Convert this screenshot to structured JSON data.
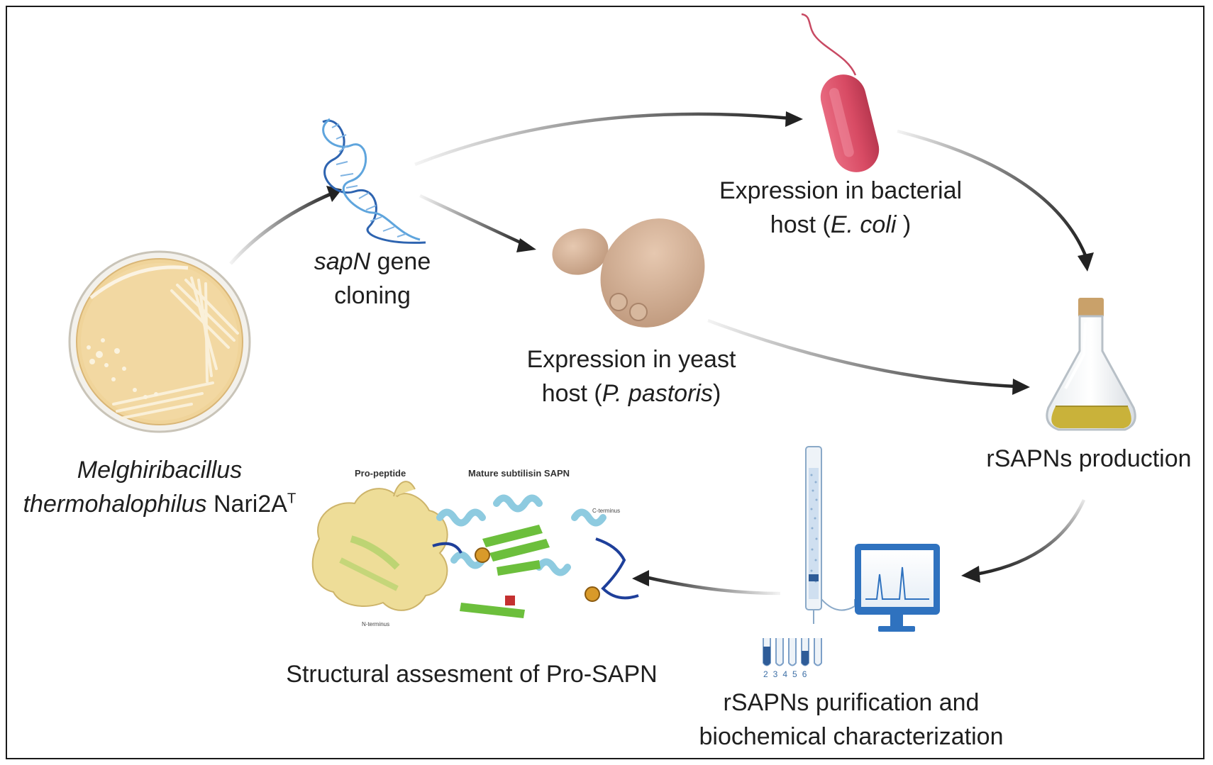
{
  "organism": {
    "name_line1": "Melghiribacillus",
    "name_line2_italic": "thermohalophilus",
    "strain": "Nari2A",
    "strain_superscript": "T"
  },
  "gene_cloning": {
    "gene": "sapN",
    "text_after_gene": " gene",
    "line2": "cloning"
  },
  "bacterial_expression": {
    "line1": "Expression in bacterial",
    "line2_prefix": "host (",
    "host": "E. coli",
    "line2_suffix": " )"
  },
  "yeast_expression": {
    "line1": "Expression in yeast",
    "line2_prefix": "host (",
    "host": "P. pastoris",
    "line2_suffix": ")"
  },
  "production": {
    "label": "rSAPNs production"
  },
  "purification": {
    "line1": "rSAPNs purification and",
    "line2": "biochemical characterization",
    "tube_numbers": "23456"
  },
  "structure": {
    "label": "Structural assesment of Pro-SAPN",
    "propeptide_label": "Pro-peptide",
    "mature_label": "Mature subtilisin SAPN",
    "c_terminus": "C-terminus",
    "n_terminus": "N-terminus"
  },
  "colors": {
    "petri_agar": "#f0d49a",
    "bacterium": "#e0566e",
    "yeast": "#d8b49a",
    "dna": "#2e64b0",
    "flask_liquid": "#c9b23a",
    "protein_surface": "#eedd98",
    "protein_helix": "#8ecbe0",
    "protein_sheet": "#6cbf3c",
    "monitor": "#2f72bf",
    "arrow": "#222222"
  }
}
